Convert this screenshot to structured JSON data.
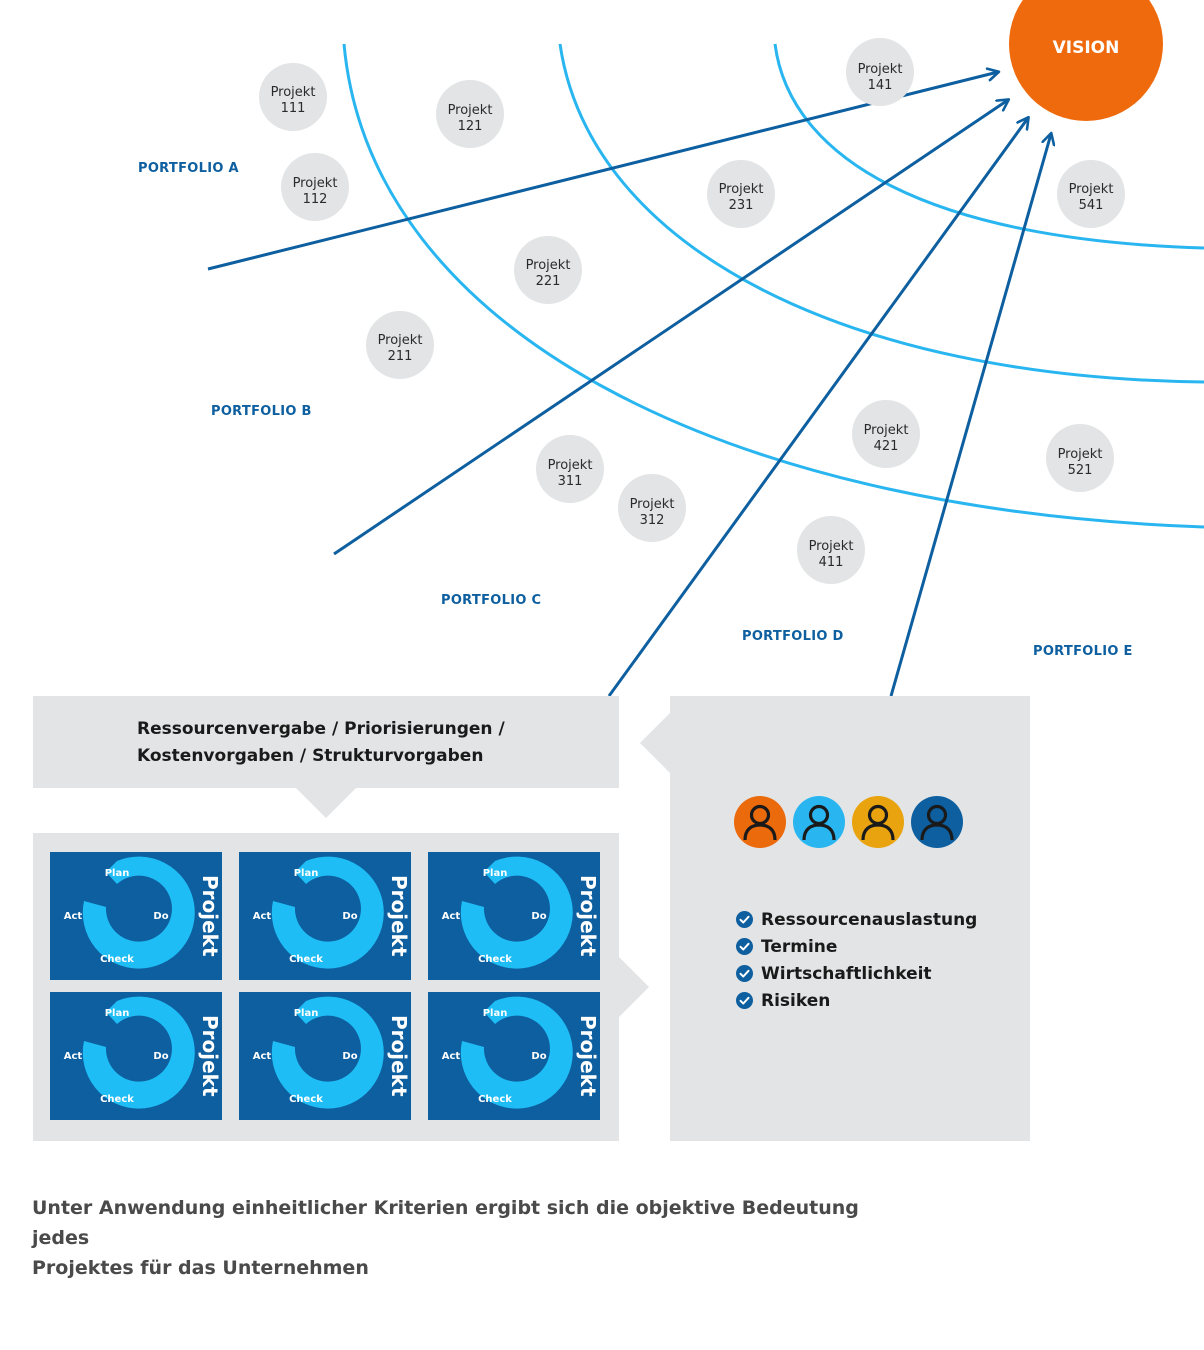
{
  "vision": "VISION",
  "portfolios": [
    "PORTFOLIO A",
    "PORTFOLIO B",
    "PORTFOLIO C",
    "PORTFOLIO D",
    "PORTFOLIO E"
  ],
  "projects": [
    {
      "word": "Projekt",
      "number": "111"
    },
    {
      "word": "Projekt",
      "number": "121"
    },
    {
      "word": "Projekt",
      "number": "112"
    },
    {
      "word": "Projekt",
      "number": "141"
    },
    {
      "word": "Projekt",
      "number": "231"
    },
    {
      "word": "Projekt",
      "number": "541"
    },
    {
      "word": "Projekt",
      "number": "221"
    },
    {
      "word": "Projekt",
      "number": "211"
    },
    {
      "word": "Projekt",
      "number": "421"
    },
    {
      "word": "Projekt",
      "number": "521"
    },
    {
      "word": "Projekt",
      "number": "311"
    },
    {
      "word": "Projekt",
      "number": "312"
    },
    {
      "word": "Projekt",
      "number": "411"
    }
  ],
  "constraints": {
    "line1": "Ressourcenvergabe / Priorisierungen /",
    "line2": "Kostenvorgaben / Strukturvorgaben"
  },
  "project_card": {
    "label": "Projekt",
    "plan": "Plan",
    "do": "Do",
    "check": "Check",
    "act": "Act",
    "count": 6
  },
  "people": [
    {
      "icon": "person-icon",
      "color": "#ea6a0c"
    },
    {
      "icon": "person-icon",
      "color": "#29b6f0"
    },
    {
      "icon": "person-icon",
      "color": "#e8a30f"
    },
    {
      "icon": "person-icon",
      "color": "#0d5fa0"
    }
  ],
  "criteria": [
    "Ressourcenauslastung",
    "Termine",
    "Wirtschaftlichkeit",
    "Risiken"
  ],
  "caption": {
    "line1": "Unter Anwendung einheitlicher Kriterien ergibt sich die objektive Bedeutung jedes",
    "line2": "Projektes für das Unternehmen"
  },
  "colors": {
    "vision": "#ef6a0c",
    "arc": "#29b6f0",
    "arrow": "#0d5fa0",
    "bubble": "#e3e4e5",
    "portfolio_text": "#0d5fa0",
    "panel": "#e3e4e5",
    "card": "#0d5fa0",
    "ring": "#1fbdf5"
  }
}
